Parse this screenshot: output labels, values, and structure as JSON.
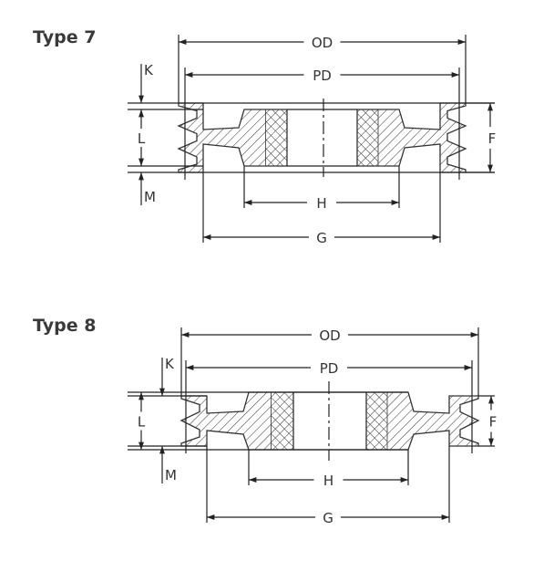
{
  "diagrams": [
    {
      "title": "Type 7",
      "labels": {
        "od": "OD",
        "pd": "PD",
        "k": "K",
        "l": "L",
        "m": "M",
        "f": "F",
        "h": "H",
        "g": "G"
      }
    },
    {
      "title": "Type 8",
      "labels": {
        "od": "OD",
        "pd": "PD",
        "k": "K",
        "l": "L",
        "m": "M",
        "f": "F",
        "h": "H",
        "g": "G"
      }
    }
  ],
  "colors": {
    "line": "#222222",
    "text": "#333333"
  }
}
